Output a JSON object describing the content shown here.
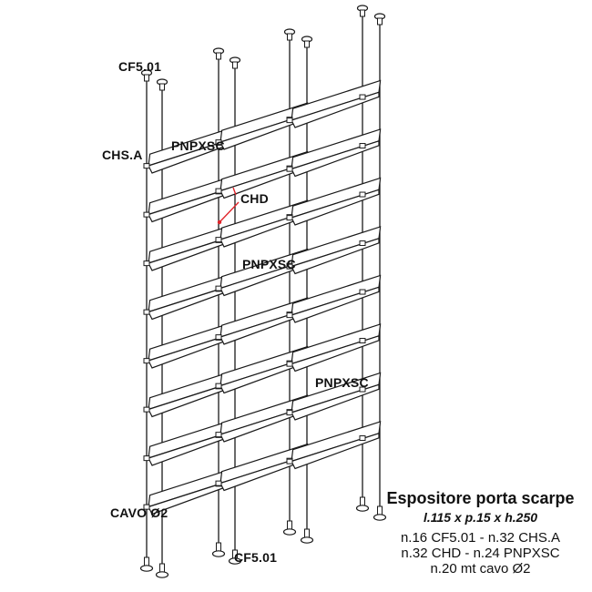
{
  "colors": {
    "line": "#1a1a1a",
    "highlight": "#e0242a",
    "background": "#ffffff"
  },
  "labels": {
    "cf_top": "CF5.01",
    "chs": "CHS.A",
    "pnpxsc_1": "PNPXSC",
    "chd": "CHD",
    "pnpxsc_2": "PNPXSC",
    "pnpxsc_3": "PNPXSC",
    "cavo": "CAVO Ø2",
    "cf_bottom": "CF5.01"
  },
  "info": {
    "title": "Espositore porta scarpe",
    "dimensions": "l.115 x p.15 x h.250",
    "lines": [
      "n.16 CF5.01 - n.32 CHS.A",
      "n.32 CHD - n.24 PNPXSC",
      "n.20 mt cavo Ø2"
    ]
  }
}
